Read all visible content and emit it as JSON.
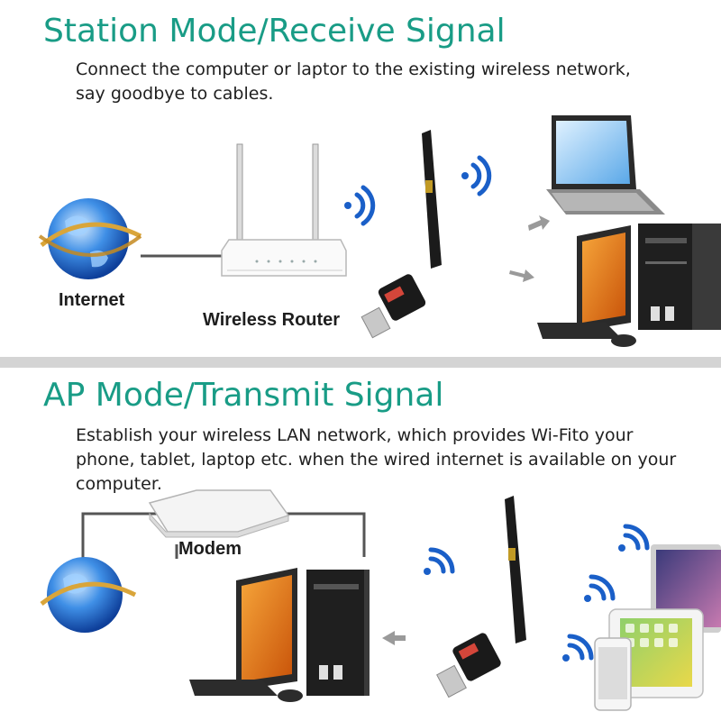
{
  "station": {
    "title": "Station Mode/Receive Signal",
    "description_line1": "Connect the computer or laptor to the existing wireless network,",
    "description_line2": "say goodbye to cables.",
    "label_internet": "Internet",
    "label_router": "Wireless Router"
  },
  "ap": {
    "title": "AP Mode/Transmit Signal",
    "description_line1": "Establish your wireless LAN network, which provides Wi-Fito your",
    "description_line2": "phone, tablet, laptop etc. when the wired internet is available on your",
    "description_line3": " computer.",
    "label_modem": "Modem"
  },
  "colors": {
    "title": "#199c86",
    "wifi": "#1a5fc8",
    "divider": "#d4d4d4"
  }
}
